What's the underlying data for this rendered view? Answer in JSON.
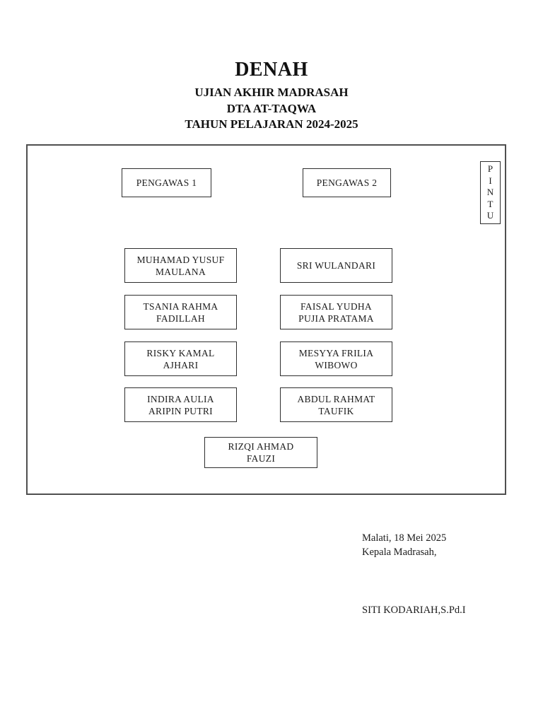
{
  "title": {
    "main": "DENAH",
    "line2": "UJIAN AKHIR MADRASAH",
    "line3": "DTA AT-TAQWA",
    "line4": "TAHUN PELAJARAN 2024-2025"
  },
  "plan": {
    "supervisors": [
      {
        "label": "PENGAWAS 1"
      },
      {
        "label": "PENGAWAS 2"
      }
    ],
    "door": {
      "label": "P\nI\nN\nT\nU"
    },
    "seat_rows": [
      {
        "left": "MUHAMAD YUSUF\nMAULANA",
        "right": "SRI WULANDARI"
      },
      {
        "left": "TSANIA RAHMA\nFADILLAH",
        "right": "FAISAL YUDHA\nPUJIA PRATAMA"
      },
      {
        "left": "RISKY KAMAL\nAJHARI",
        "right": "MESYYA FRILIA\nWIBOWO"
      },
      {
        "left": "INDIRA AULIA\nARIPIN PUTRI",
        "right": "ABDUL RAHMAT\nTAUFIK"
      }
    ],
    "seat_center": "RIZQI AHMAD\nFAUZI"
  },
  "signature": {
    "place_date": "Malati, 18 Mei 2025",
    "role": "Kepala Madrasah,",
    "name": "SITI KODARIAH,S.Pd.I"
  },
  "colors": {
    "page_background": "#ffffff",
    "text": "#1c1c1c",
    "plan_border": "#4f4f4f",
    "box_border": "#2e2e2e"
  }
}
